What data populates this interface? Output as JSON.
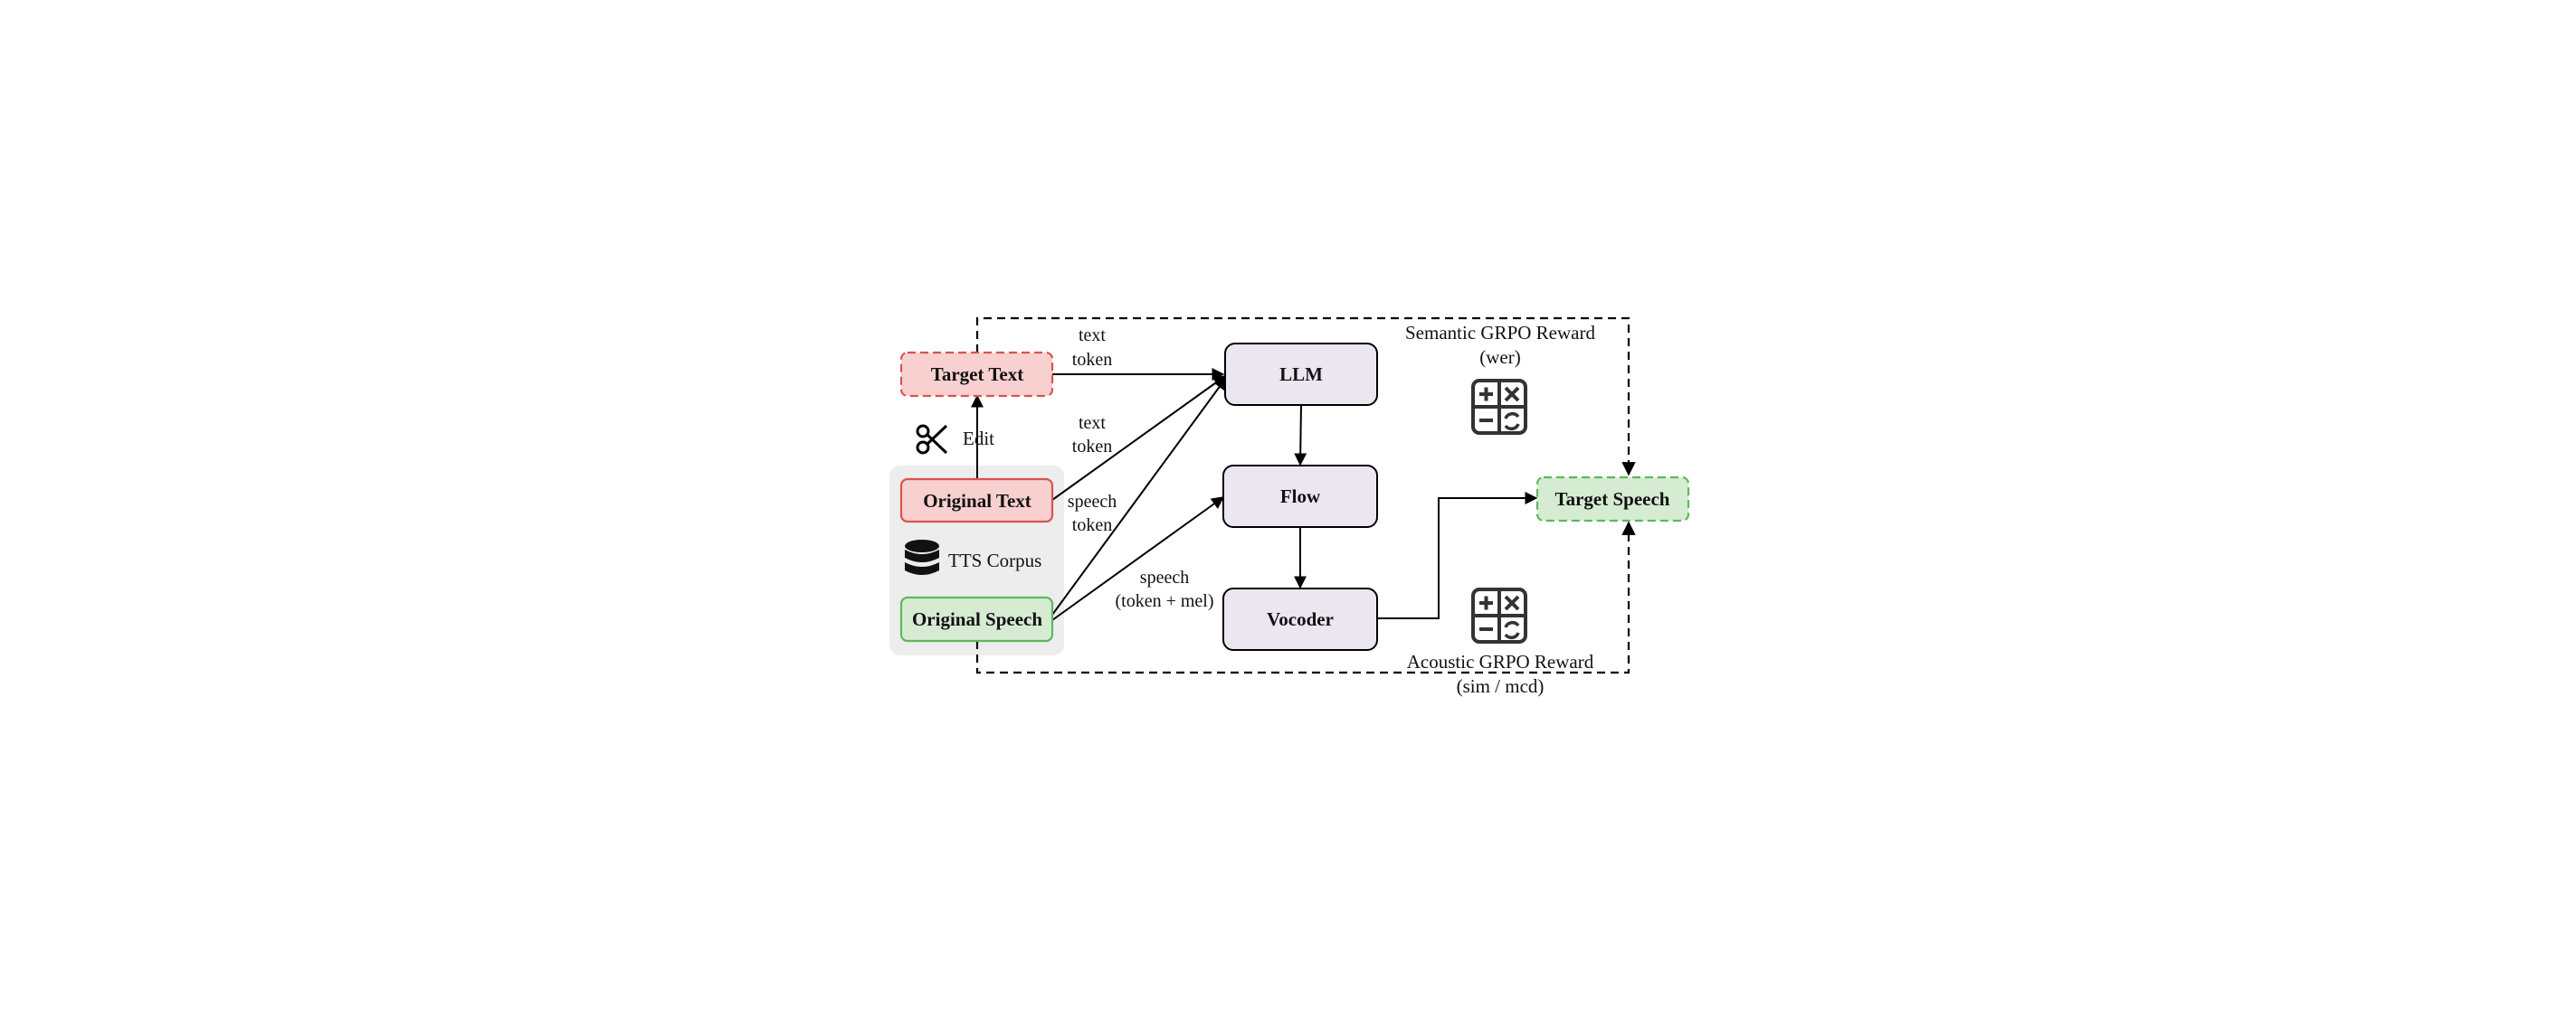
{
  "nodes": {
    "target_text": "Target Text",
    "original_text": "Original Text",
    "original_speech": "Original Speech",
    "llm": "LLM",
    "flow": "Flow",
    "vocoder": "Vocoder",
    "target_speech": "Target Speech"
  },
  "corpus": {
    "label": "TTS Corpus",
    "icon": "database-icon"
  },
  "edit": {
    "label": "Edit",
    "icon": "scissors-icon"
  },
  "edges": {
    "text_token_1": [
      "text",
      "token"
    ],
    "text_token_2": [
      "text",
      "token"
    ],
    "speech_token": [
      "speech",
      "token"
    ],
    "speech_token_mel": [
      "speech",
      "(token + mel)"
    ]
  },
  "rewards": {
    "semantic": {
      "title": "Semantic GRPO Reward",
      "metric": "(wer)",
      "icon": "calculator-icon"
    },
    "acoustic": {
      "title": "Acoustic GRPO Reward",
      "metric": "(sim / mcd)",
      "icon": "calculator-icon"
    }
  },
  "colors": {
    "red_fill": "#f8d0d0",
    "red_stroke": "#d9534f",
    "green_fill": "#d6ecd2",
    "green_stroke": "#5cb85c",
    "purple_fill": "#ece6f1",
    "corpus_bg": "#ededed"
  }
}
